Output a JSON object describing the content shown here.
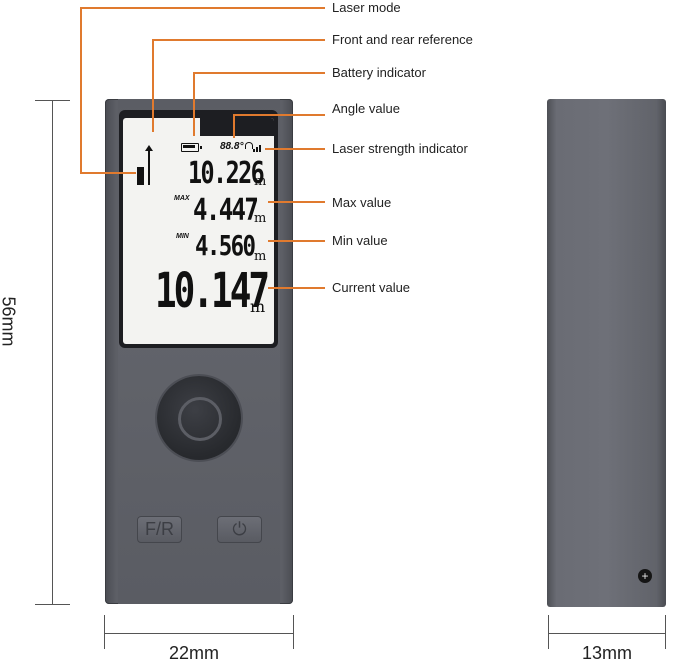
{
  "annotations": {
    "laser_mode": "Laser mode",
    "front_rear_reference": "Front and rear reference",
    "battery_indicator": "Battery indicator",
    "angle_value": "Angle value",
    "laser_strength_indicator": "Laser strength indicator",
    "max_value": "Max value",
    "min_value": "Min value",
    "current_value": "Current value"
  },
  "screen": {
    "angle": "88.8°",
    "reading_top": "10.226",
    "max_label": "MAX",
    "max_reading": "4.447",
    "min_label": "MIN",
    "min_reading": "4.560",
    "current_reading": "10.147",
    "unit": "m"
  },
  "buttons": {
    "fr_label": "F/R",
    "power_symbol": "⏻"
  },
  "dimensions": {
    "height": "56mm",
    "width": "22mm",
    "depth": "13mm"
  },
  "colors": {
    "annotation_line": "#e07a2e",
    "device_body": "#62646b",
    "screen_bg": "#f3f3f1"
  }
}
